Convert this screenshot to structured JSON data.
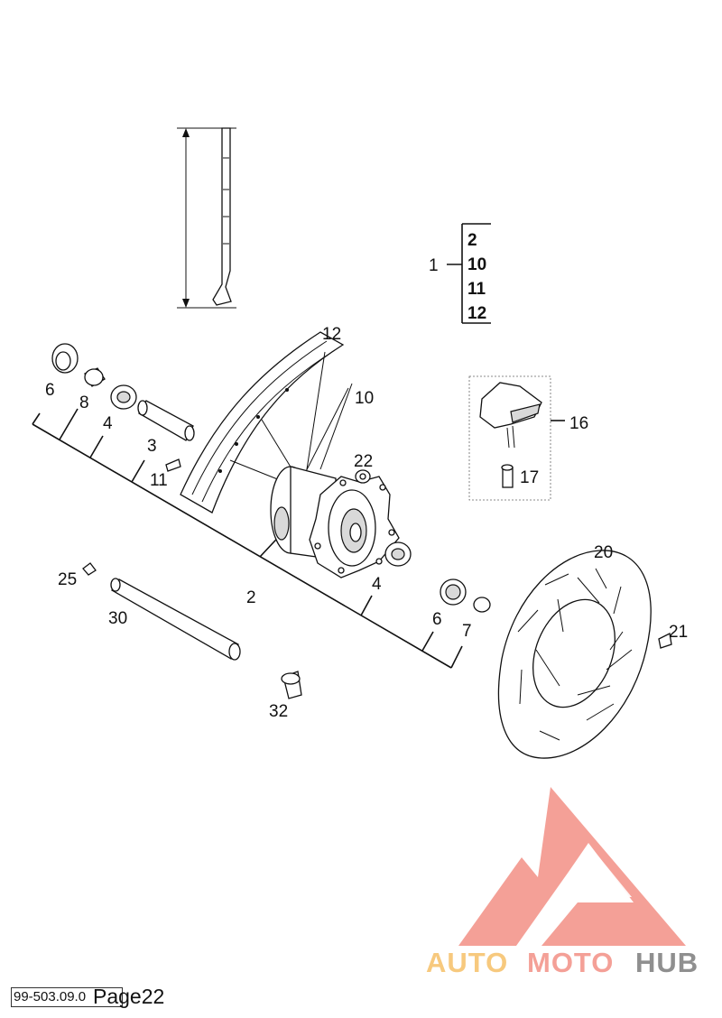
{
  "labels": {
    "p1": "1",
    "p2": "2",
    "p3": "3",
    "p4a": "4",
    "p4b": "4",
    "p6a": "6",
    "p6b": "6",
    "p7": "7",
    "p8": "8",
    "p10": "10",
    "p11": "11",
    "p12": "12",
    "p16": "16",
    "p17": "17",
    "p20": "20",
    "p21": "21",
    "p22": "22",
    "p25": "25",
    "p30": "30",
    "p32": "32"
  },
  "bracket_items": [
    "2",
    "10",
    "11",
    "12"
  ],
  "watermark": {
    "part1": "AUTO",
    "part2": "MOTO",
    "part3": "HUB",
    "colors": {
      "red": "#f4a097",
      "orange": "#f7c97e",
      "gray": "#8f8f8f"
    }
  },
  "footer": {
    "code": "99-503.09.0",
    "page": "Page22"
  }
}
